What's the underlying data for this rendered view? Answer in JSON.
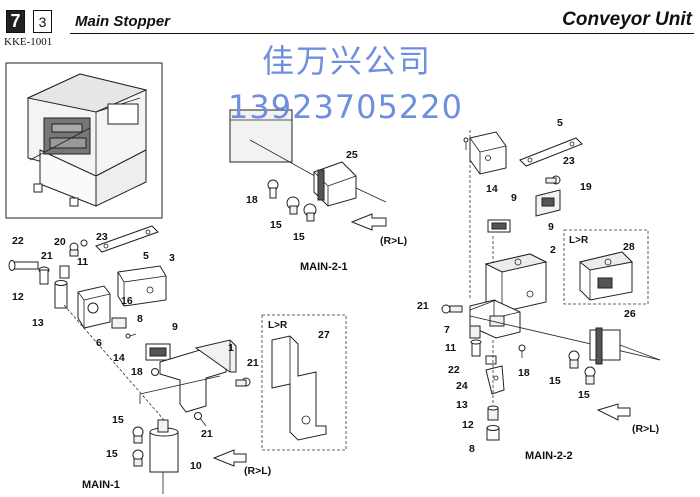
{
  "header": {
    "section_major": "7",
    "section_minor": "3",
    "doc_code": "KKE-1001",
    "title": "Main Stopper",
    "unit": "Conveyor Unit"
  },
  "watermark": {
    "company": "佳万兴公司",
    "phone": "13923705220",
    "color": "#6d8fde"
  },
  "assemblies": {
    "main_1": "MAIN-1",
    "main_2_1": "MAIN-2-1",
    "main_2_2": "MAIN-2-2"
  },
  "direction_labels": {
    "rl_1": "(R>L)",
    "rl_2": "(R>L)",
    "rl_3": "(R>L)",
    "lr_1": "L>R",
    "lr_2": "L>R"
  },
  "callouts": {
    "main_1": [
      "22",
      "20",
      "23",
      "21",
      "11",
      "5",
      "3",
      "12",
      "16",
      "13",
      "6",
      "8",
      "9",
      "14",
      "18",
      "1",
      "21",
      "27",
      "15",
      "15",
      "10",
      "21"
    ],
    "main_2_1": [
      "25",
      "18",
      "15",
      "15"
    ],
    "main_2_2": [
      "5",
      "23",
      "19",
      "14",
      "9",
      "9",
      "2",
      "28",
      "21",
      "7",
      "26",
      "11",
      "22",
      "18",
      "24",
      "13",
      "15",
      "15",
      "12",
      "8"
    ]
  }
}
